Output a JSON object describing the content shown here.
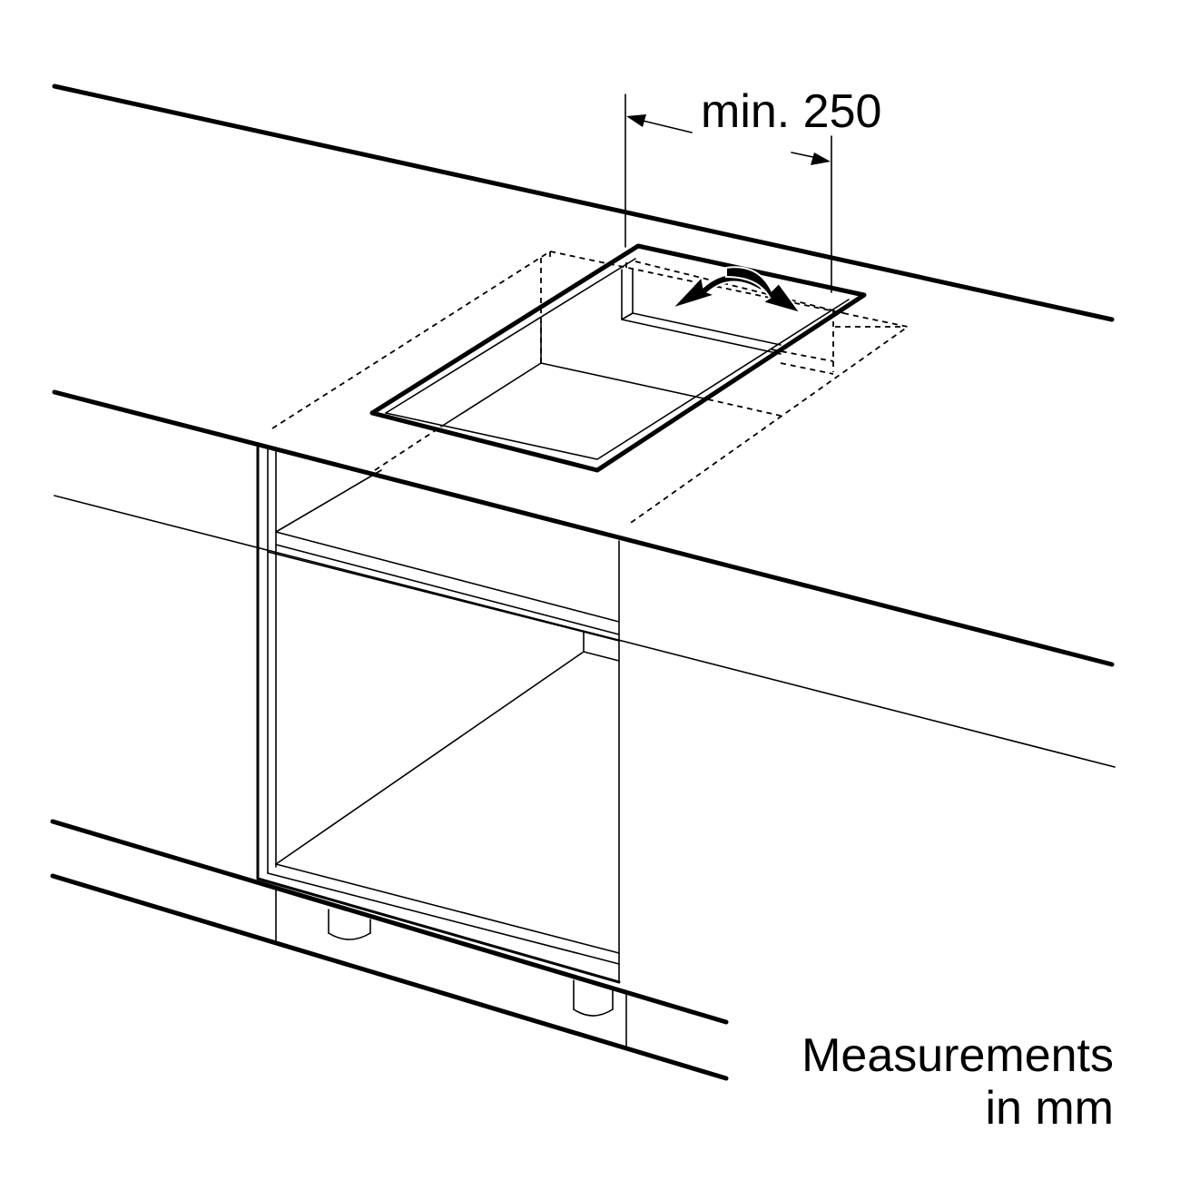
{
  "dimension": {
    "label": "min. 250"
  },
  "note": {
    "line1": "Measurements",
    "line2": "in mm"
  },
  "colors": {
    "line": "#000000",
    "background": "#ffffff"
  }
}
